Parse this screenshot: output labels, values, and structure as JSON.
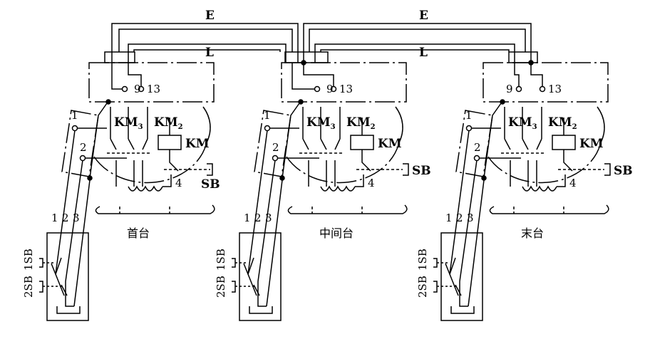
{
  "bus": {
    "earth_label": "E",
    "line_label": "L"
  },
  "terminals": {
    "t9": "9",
    "t13": "13"
  },
  "contactors": {
    "km3_main": "KM",
    "km3_sub": "3",
    "km2_main": "KM",
    "km2_sub": "2",
    "coil": "KM"
  },
  "switch_points": {
    "p1": "1",
    "p2": "2",
    "p4": "4"
  },
  "sb_label": "SB",
  "cable_labels": [
    "1",
    "2",
    "3"
  ],
  "pendant": {
    "sb1": "1SB",
    "sb2": "2SB"
  },
  "units": [
    {
      "name": "首台"
    },
    {
      "name": "中间台"
    },
    {
      "name": "末台"
    }
  ]
}
